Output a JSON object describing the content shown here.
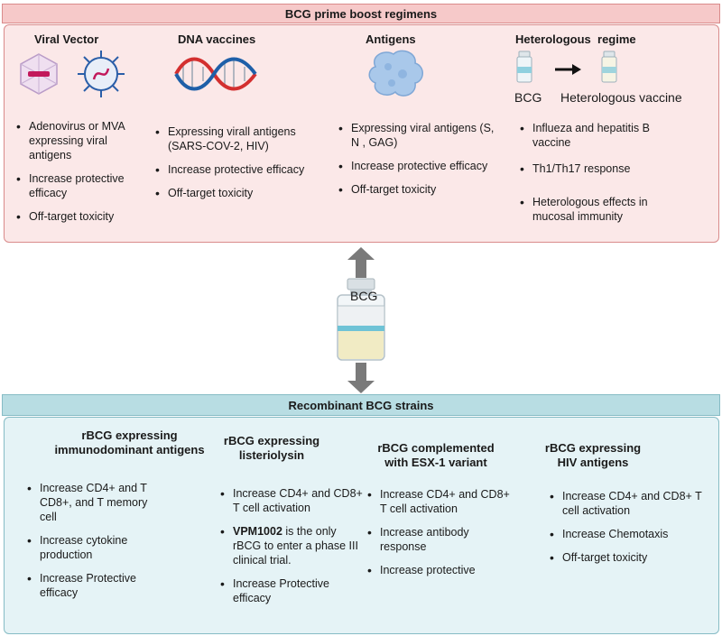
{
  "top": {
    "banner": "BCG prime boost regimens",
    "columns": [
      {
        "title": "Viral Vector",
        "bullets": [
          "Adenovirus or MVA expressing viral antigens",
          "Increase protective efficacy",
          "Off-target toxicity"
        ]
      },
      {
        "title": "DNA vaccines",
        "bullets": [
          "Expressing virall antigens (SARS-COV-2, HIV)",
          "Increase protective efficacy",
          "Off-target toxicity"
        ]
      },
      {
        "title": "Antigens",
        "bullets": [
          "Expressing viral antigens (S, N , GAG)",
          "Increase protective efficacy",
          "Off-target toxicity"
        ]
      },
      {
        "title": "Heterologous  regime",
        "bcg_label": "BCG",
        "hetero_label": "Heterologous vaccine",
        "bullets": [
          "Influeza and hepatitis B vaccine",
          "Th1/Th17 response",
          "Heterologous effects in mucosal immunity"
        ]
      }
    ]
  },
  "center": {
    "vial_label": "BCG"
  },
  "bottom": {
    "banner": "Recombinant BCG strains",
    "columns": [
      {
        "title": "rBCG expressing immunodominant antigens",
        "bullets": [
          "Increase CD4+ and T CD8+, and T memory cell",
          "Increase cytokine production",
          "Increase Protective efficacy"
        ]
      },
      {
        "title": "rBCG expressing listeriolysin",
        "bullets": [
          "Increase CD4+ and CD8+ T cell activation",
          "is the only rBCG to enter a phase III clinical trial.",
          "Increase Protective efficacy"
        ],
        "bold_term": "VPM1002"
      },
      {
        "title": "rBCG complemented with ESX-1 variant",
        "bullets": [
          "Increase CD4+ and CD8+ T cell activation",
          "Increase antibody response",
          "Increase protective"
        ]
      },
      {
        "title": "rBCG expressing HIV antigens",
        "bullets": [
          "Increase CD4+ and CD8+ T cell activation",
          "Increase Chemotaxis",
          "Off-target toxicity"
        ]
      }
    ]
  },
  "colors": {
    "top_banner": "#f6c9c9",
    "top_panel": "#fbe8e8",
    "bottom_banner": "#b8dde3",
    "bottom_panel": "#e5f3f6",
    "arrow": "#7a7a7a"
  }
}
